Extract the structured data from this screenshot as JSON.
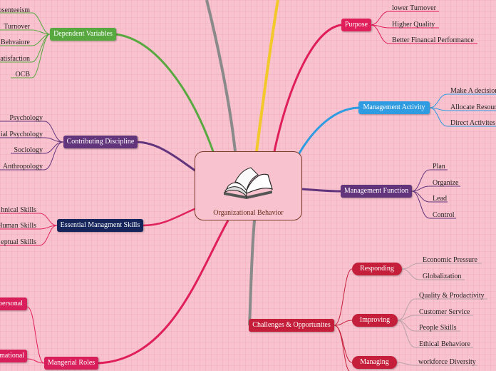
{
  "center": {
    "label": "Organizational Behavior",
    "icon": "open-book-icon"
  },
  "colors": {
    "dependent": "#58a840",
    "discipline": "#62347c",
    "skills": "#15245a",
    "roles": "#d81e5b",
    "purpose": "#e01e5a",
    "activity": "#2f9be0",
    "function": "#62347c",
    "challenges": "#c41e3a"
  },
  "topics": {
    "dependent_variables": {
      "label": "Dependent Variables",
      "items": [
        "osenteeism",
        "Turnover",
        "Behvaiore",
        "atisfaction",
        "OCB"
      ]
    },
    "contributing_discipline": {
      "label": "Contributing Discipline",
      "items": [
        "Psychology",
        "ial Psychology",
        "Sociology",
        "Anthropology"
      ]
    },
    "essential_skills": {
      "label": "Essential Managment Skills",
      "items": [
        "hnical Skills",
        "Human Skills",
        "eptual Skills"
      ]
    },
    "managerial_roles": {
      "label": "Mangerial Roles",
      "items": [
        "personal",
        "rmational"
      ]
    },
    "purpose": {
      "label": "Purpose",
      "items": [
        "lower Turnover",
        "Higher Quality",
        "Better Financal Performance"
      ]
    },
    "management_activity": {
      "label": "Management  Activity",
      "items": [
        "Make A decision",
        "Allocate Resour",
        "Direct Activites"
      ]
    },
    "management_function": {
      "label": "Management Function",
      "items": [
        "Plan",
        "Organize",
        "Lead",
        "Control"
      ]
    },
    "challenges": {
      "label": "Challenges & Opportunites",
      "responding": {
        "label": "Responding",
        "items": [
          "Economic Pressure",
          "Globalization"
        ]
      },
      "improving": {
        "label": "Improving",
        "items": [
          "Quality & Prodactivity",
          "Customer Service",
          "People Skills",
          "Ethical Behaviore"
        ]
      },
      "managing": {
        "label": "Managing",
        "items": [
          "workforce Diversity"
        ]
      }
    }
  }
}
